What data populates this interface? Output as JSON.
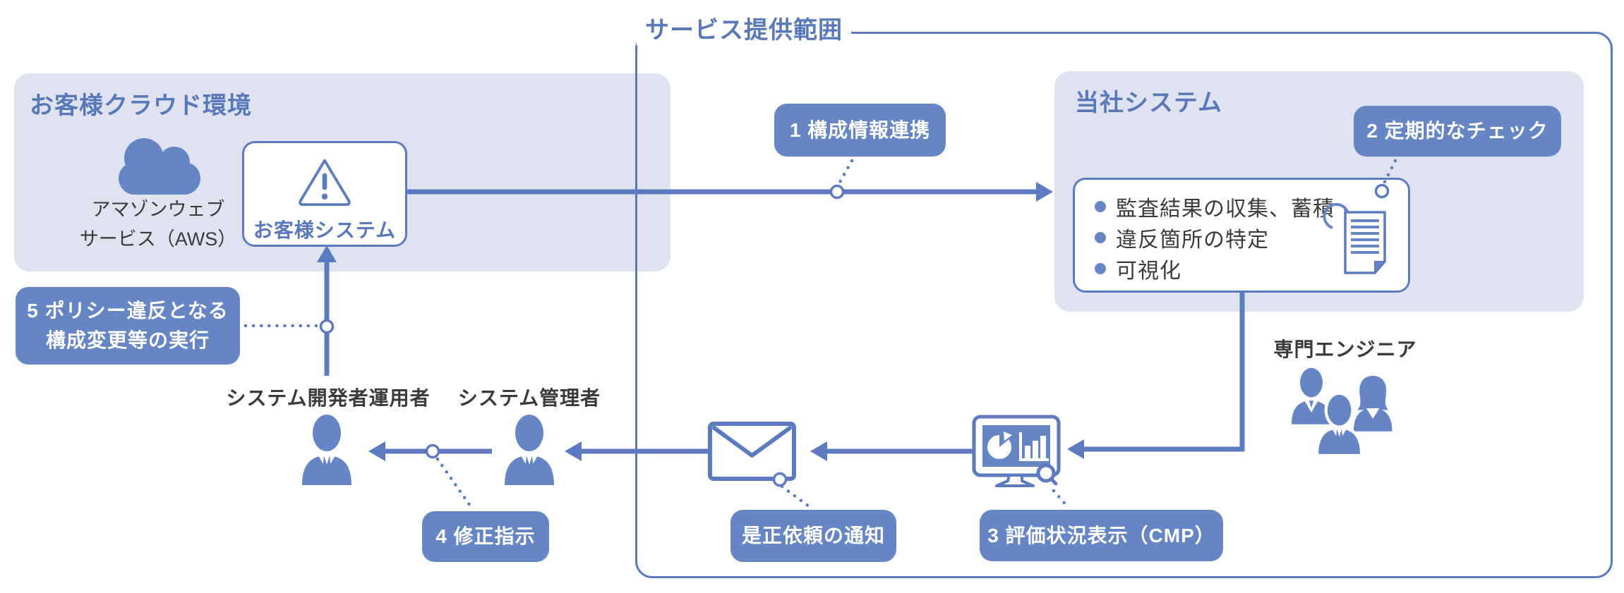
{
  "service_scope": {
    "label": "サービス提供範囲"
  },
  "customer_cloud": {
    "title": "お客様クラウド環境",
    "aws_line1": "アマゾンウェブ",
    "aws_line2": "サービス（AWS）",
    "system_label": "お客様システム"
  },
  "company_system": {
    "title": "当社システム",
    "functions": [
      "監査結果の収集、蓄積",
      "違反箇所の特定",
      "可視化"
    ],
    "engineers_label": "専門エンジニア"
  },
  "actors": {
    "developer_operator": "システム開発者運用者",
    "administrator": "システム管理者"
  },
  "badges": {
    "step1": "1 構成情報連携",
    "step2": "2 定期的なチェック",
    "step3": "3 評価状況表示（CMP）",
    "step4": "4 修正指示",
    "step5_line1": "5 ポリシー違反となる",
    "step5_line2": "構成変更等の実行",
    "notification": "是正依頼の通知"
  },
  "colors": {
    "accent_fill": "#6585c5",
    "accent_line": "#5b7abf",
    "panel_bg": "#dfe3f0",
    "heading_text": "#5878ba",
    "body_text": "#3a3a3a"
  }
}
